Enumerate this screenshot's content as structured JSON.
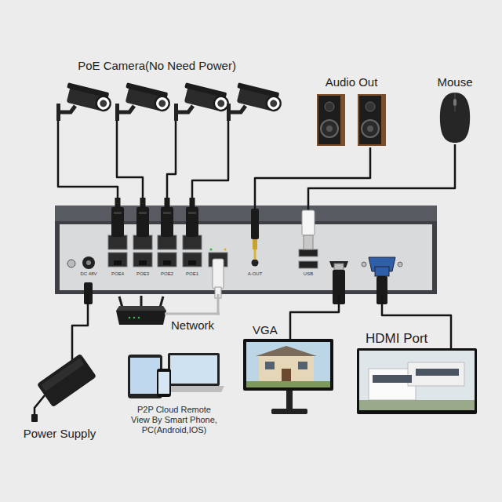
{
  "diagram": {
    "nodes": [
      {
        "text": [
          "Audio Out"
        ]
      },
      {
        "text": [
          "Mouse"
        ]
      },
      {
        "text": [
          "DC 48V",
          "POE4",
          "POE3",
          "POE2",
          "POE1",
          "A-OUT",
          "USB"
        ]
      },
      {
        "text": [
          "Network"
        ]
      },
      {
        "text": [
          "VGA"
        ]
      },
      {
        "text": [
          "HDMI Port"
        ]
      },
      {
        "text": [
          "Power Supply"
        ]
      }
    ],
    "edges": [
      {
        "from": 2,
        "to": 0,
        "arrow": "none"
      },
      {
        "from": 2,
        "to": 1,
        "arrow": "none"
      },
      {
        "from": 2,
        "to": 3,
        "arrow": "none"
      },
      {
        "from": 2,
        "to": 4,
        "arrow": "none"
      },
      {
        "from": 2,
        "to": 5,
        "arrow": "none"
      },
      {
        "from": 2,
        "to": 6,
        "arrow": "none"
      }
    ],
    "labels": [
      "PoE Camera(No Need Power)",
      "P2P Cloud Remote View By Smart Phone, PC(Android,IOS)"
    ]
  }
}
